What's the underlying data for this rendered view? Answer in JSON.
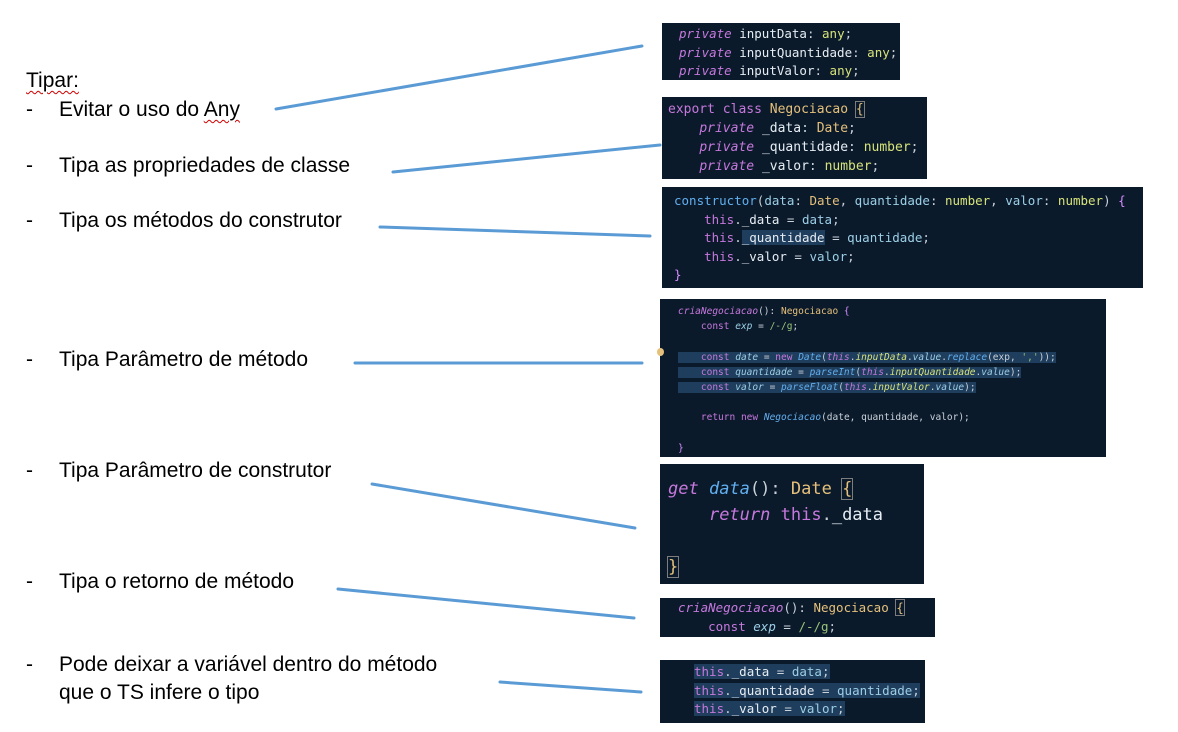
{
  "heading": "Tipar:",
  "bullet_marker": "-",
  "items": [
    {
      "text": "Evitar o uso do Any"
    },
    {
      "text": "Tipa as propriedades de classe"
    },
    {
      "text": "Tipa os métodos do construtor"
    },
    {
      "text": "Tipa Parâmetro de método"
    },
    {
      "text": "Tipa Parâmetro de construtor"
    },
    {
      "text": "Tipa o retorno de método"
    },
    {
      "text": "Pode deixar a variável dentro do método",
      "text2": "que o TS infere o tipo"
    }
  ],
  "connector_color": "#5b9bd5",
  "code_background": "#0b1a2b"
}
